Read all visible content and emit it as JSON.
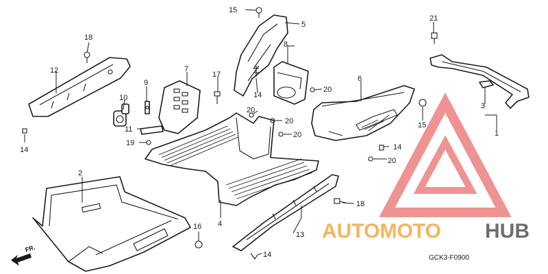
{
  "labels": {
    "l1": "1",
    "l2": "2",
    "l3": "3",
    "l4": "4",
    "l5": "5",
    "l6": "6",
    "l7": "7",
    "l8": "8",
    "l9": "9",
    "l10": "10",
    "l11": "11",
    "l12": "12",
    "l13": "13",
    "l14a": "14",
    "l14b": "14",
    "l14c": "14",
    "l14d": "14",
    "l15a": "15",
    "l15b": "15",
    "l16": "16",
    "l17": "17",
    "l18a": "18",
    "l18b": "18",
    "l19": "19",
    "l20a": "20",
    "l20b": "20",
    "l20c": "20",
    "l20d": "20",
    "l20e": "20",
    "l21": "21"
  },
  "direction": "FR.",
  "diagram_code": "GCK3-F0900",
  "watermark": {
    "part1": "AUTOMOTO",
    "part2": "HUB",
    "color1": "#f4a742",
    "color2": "#555555",
    "triangle_color": "#e33a3a"
  }
}
